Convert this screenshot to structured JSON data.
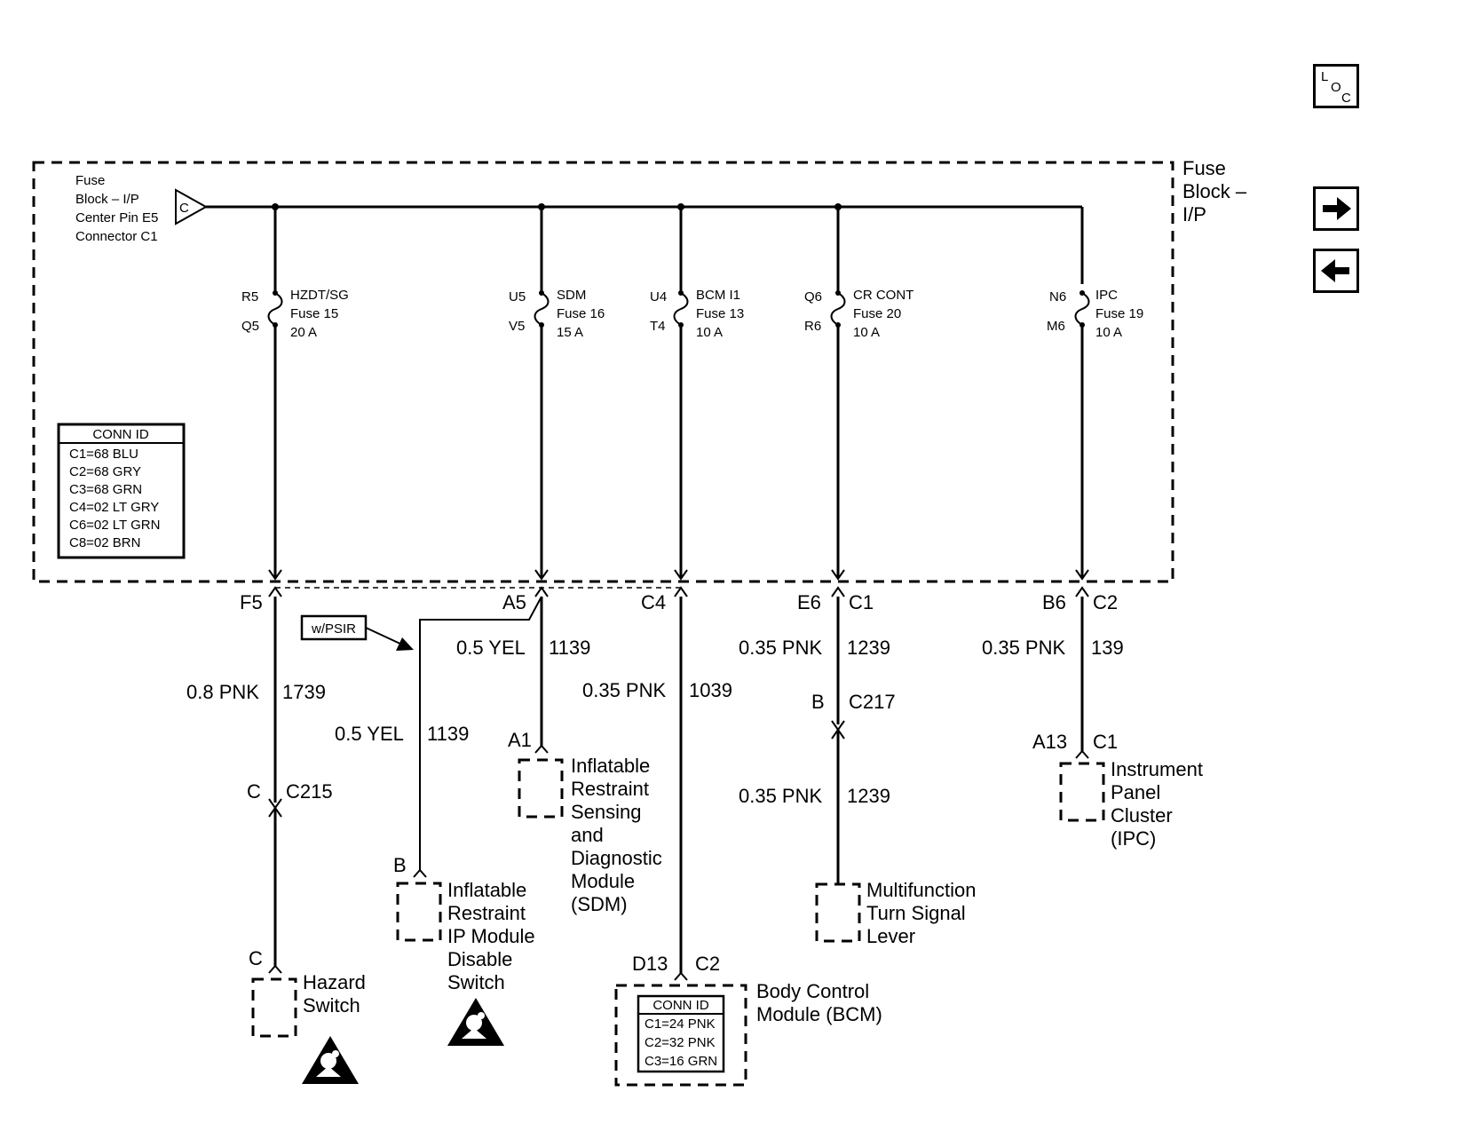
{
  "nav": {
    "loc_button": "LOC"
  },
  "fuse_block": {
    "title_lines": [
      "Fuse",
      "Block –",
      "I/P"
    ],
    "source_lines": [
      "Fuse",
      "Block – I/P",
      "Center Pin E5",
      "Connector C1"
    ],
    "source_connector": "C",
    "conn_id": {
      "title": "CONN ID",
      "rows": [
        "C1=68 BLU",
        "C2=68 GRY",
        "C3=68 GRN",
        "C4=02 LT GRY",
        "C6=02 LT GRN",
        "C8=02 BRN"
      ]
    },
    "fuses": [
      {
        "in_pin": "R5",
        "out_pin": "Q5",
        "name": "HZDT/SG",
        "fuse": "Fuse 15",
        "rating": "20 A"
      },
      {
        "in_pin": "U5",
        "out_pin": "V5",
        "name": "SDM",
        "fuse": "Fuse 16",
        "rating": "15 A"
      },
      {
        "in_pin": "U4",
        "out_pin": "T4",
        "name": "BCM I1",
        "fuse": "Fuse 13",
        "rating": "10 A"
      },
      {
        "in_pin": "Q6",
        "out_pin": "R6",
        "name": "CR CONT",
        "fuse": "Fuse 20",
        "rating": "10 A"
      },
      {
        "in_pin": "N6",
        "out_pin": "M6",
        "name": "IPC",
        "fuse": "Fuse 19",
        "rating": "10 A"
      }
    ]
  },
  "terminals": {
    "f5": "F5",
    "a5": "A5",
    "c4": "C4",
    "e6": "E6",
    "c1": "C1",
    "b6": "B6",
    "c2": "C2"
  },
  "option_label": "w/PSIR",
  "wires": {
    "w1739_size": "0.8 PNK",
    "w1739_num": "1739",
    "w1139a_size": "0.5 YEL",
    "w1139a_num": "1139",
    "w1139b_size": "0.5 YEL",
    "w1139b_num": "1139",
    "w1039_size": "0.35 PNK",
    "w1039_num": "1039",
    "w1239a_size": "0.35 PNK",
    "w1239a_num": "1239",
    "w1239b_size": "0.35 PNK",
    "w1239b_num": "1239",
    "w139_size": "0.35 PNK",
    "w139_num": "139"
  },
  "connectors": {
    "c215_pin": "C",
    "c215_name": "C215",
    "c217_pin": "B",
    "c217_name": "C217",
    "sdm_pin": "A1",
    "switch_pin": "B",
    "hazard_pin": "C",
    "bcm_pin": "D13",
    "bcm_conn": "C2",
    "ipc_pin": "A13",
    "ipc_conn": "C1"
  },
  "components": {
    "sdm": [
      "Inflatable",
      "Restraint",
      "Sensing",
      "and",
      "Diagnostic",
      "Module",
      "(SDM)"
    ],
    "disable_switch": [
      "Inflatable",
      "Restraint",
      "IP Module",
      "Disable",
      "Switch"
    ],
    "hazard": [
      "Hazard",
      "Switch"
    ],
    "bcm": [
      "Body Control",
      "Module (BCM)"
    ],
    "multifunction": [
      "Multifunction",
      "Turn Signal",
      "Lever"
    ],
    "ipc": [
      "Instrument",
      "Panel",
      "Cluster",
      "(IPC)"
    ]
  },
  "bcm_conn_id": {
    "title": "CONN ID",
    "rows": [
      "C1=24 PNK",
      "C2=32 PNK",
      "C3=16 GRN"
    ]
  }
}
